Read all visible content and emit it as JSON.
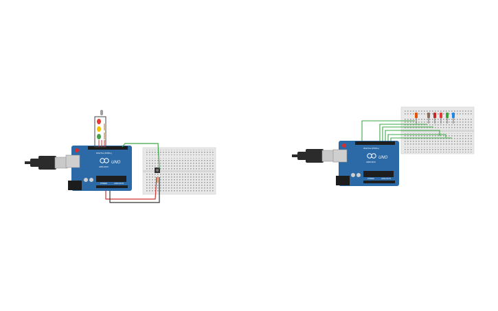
{
  "circuits": [
    {
      "id": "left",
      "board": {
        "model_label": "UNO",
        "brand_label": "ARDUINO",
        "header_label": "DIGITAL (PWM~)",
        "power_label": "POWER",
        "analog_label": "ANALOG IN"
      },
      "leds": [
        "#e53935",
        "#f2c400",
        "#43a047"
      ],
      "wire_colors": {
        "signal": "#3aa845",
        "power": "#d32f2f",
        "ground": "#333333"
      }
    },
    {
      "id": "right",
      "board": {
        "model_label": "UNO",
        "brand_label": "ARDUINO",
        "header_label": "DIGITAL (PWM~)",
        "power_label": "POWER",
        "analog_label": "ANALOG IN"
      },
      "leds": [
        "#e65100",
        "#8d6e63",
        "#c62828",
        "#e53935",
        "#43a047",
        "#1e88e5"
      ],
      "wire_colors": {
        "signal": "#3aa845"
      }
    }
  ],
  "colors": {
    "board": "#2b6aa7",
    "board_dark": "#1e4f80",
    "breadboard": "#e8e8e8",
    "usb_cable": "#2b2b2b"
  }
}
